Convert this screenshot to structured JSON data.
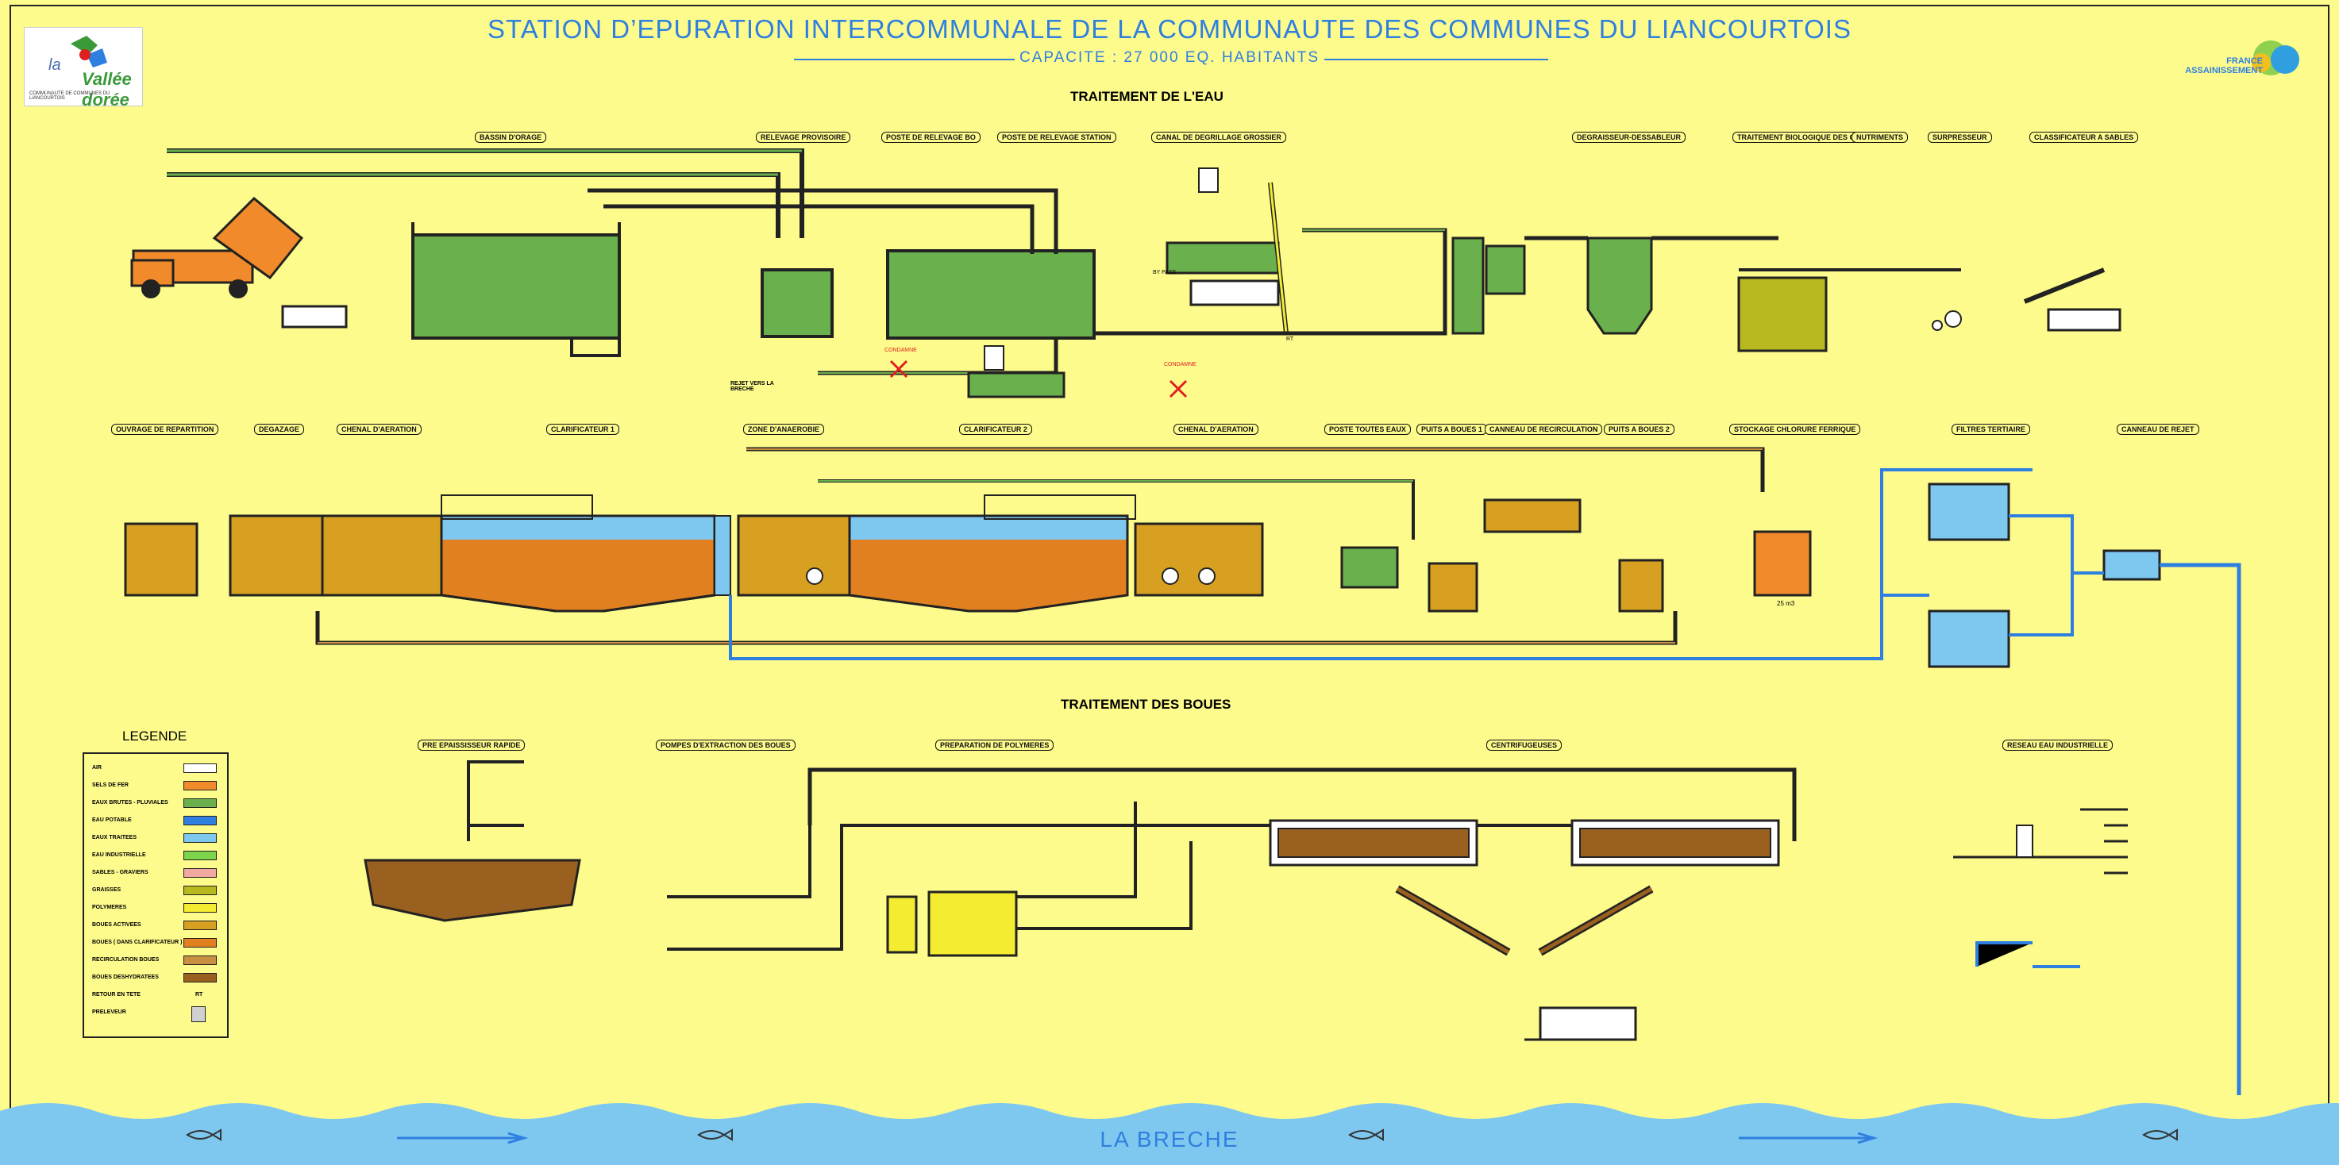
{
  "header": {
    "title": "STATION D’EPURATION INTERCOMMUNALE DE LA COMMUNAUTE DES COMMUNES DU LIANCOURTOIS",
    "subtitle": "CAPACITE : 27 000 EQ. HABITANTS",
    "logo_left_line1": "la",
    "logo_left_line2": "Vallée dorée",
    "logo_left_line3": "COMMUNAUTE DE COMMUNES DU LIANCOURTOIS",
    "logo_right": "FRANCE ASSAINISSEMENT"
  },
  "sections": {
    "water": "TRAITEMENT DE L'EAU",
    "sludge": "TRAITEMENT DES BOUES"
  },
  "water_labels": [
    "BASSIN D'ORAGE",
    "RELEVAGE PROVISOIRE",
    "POSTE DE RELEVAGE BO",
    "POSTE DE RELEVAGE STATION",
    "CANAL DE DEGRILLAGE GROSSIER",
    "DEGRAISSEUR-DESSABLEUR",
    "TRAITEMENT BIOLOGIQUE DES GRAISSES",
    "NUTRIMENTS",
    "SURPRESSEUR",
    "CLASSIFICATEUR A SABLES"
  ],
  "bio_labels": [
    "OUVRAGE DE REPARTITION",
    "DEGAZAGE",
    "CHENAL D'AERATION",
    "CLARIFICATEUR 1",
    "ZONE D'ANAEROBIE",
    "CLARIFICATEUR 2",
    "CHENAL D'AERATION",
    "POSTE TOUTES EAUX",
    "PUITS A BOUES 1",
    "CANNEAU DE RECIRCULATION",
    "PUITS A BOUES 2",
    "STOCKAGE CHLORURE FERRIQUE",
    "FILTRES TERTIAIRE",
    "CANNEAU DE REJET"
  ],
  "sludge_labels": [
    "PRE EPAISSISSEUR RAPIDE",
    "POMPES D'EXTRACTION DES BOUES",
    "PREPARATION DE POLYMERES",
    "CENTRIFUGEUSES",
    "RESEAU EAU INDUSTRIELLE"
  ],
  "legend": {
    "title": "LEGENDE",
    "items": [
      {
        "label": "AIR",
        "color": "#ffffff"
      },
      {
        "label": "SELS DE FER",
        "color": "#f08a2a"
      },
      {
        "label": "EAUX BRUTES - PLUVIALES",
        "color": "#6ab04c"
      },
      {
        "label": "EAU POTABLE",
        "color": "#2f7fe0"
      },
      {
        "label": "EAUX TRAITEES",
        "color": "#7ec8f0"
      },
      {
        "label": "EAU INDUSTRIELLE",
        "color": "#7cd44a"
      },
      {
        "label": "SABLES - GRAVIERS",
        "color": "#f0a8a0"
      },
      {
        "label": "GRAISSES",
        "color": "#b8b820"
      },
      {
        "label": "POLYMERES",
        "color": "#f4ec30"
      },
      {
        "label": "BOUES ACTIVEES",
        "color": "#d8a020"
      },
      {
        "label": "BOUES ( DANS CLARIFICATEUR )",
        "color": "#e08020"
      },
      {
        "label": "RECIRCULATION BOUES",
        "color": "#c89040"
      },
      {
        "label": "BOUES DESHYDRATEES",
        "color": "#9a6020"
      },
      {
        "label": "RETOUR EN TETE",
        "color": "RT"
      },
      {
        "label": "PRELEVEUR",
        "color": "#d0d0d0"
      }
    ]
  },
  "notes": {
    "rejet": "REJET VERS LA BRECHE",
    "condamne": "CONDAMNE",
    "bypass": "BY PASS",
    "volume": "25 m3",
    "rt": "RT"
  },
  "river": {
    "label": "LA BRECHE"
  }
}
